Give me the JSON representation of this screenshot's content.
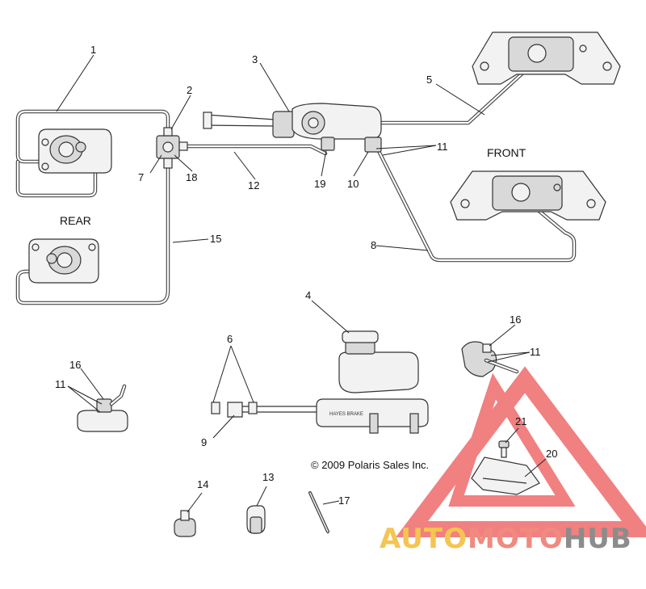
{
  "diagram": {
    "callouts": [
      "1",
      "2",
      "3",
      "4",
      "5",
      "6",
      "7",
      "8",
      "9",
      "10",
      "11",
      "12",
      "13",
      "14",
      "15",
      "16",
      "17",
      "18",
      "19",
      "20",
      "21"
    ],
    "labels": {
      "front": "FRONT",
      "rear": "REAR"
    },
    "copyright": "© 2009 Polaris Sales Inc.",
    "master_cylinder_text": "HAYES BRAKE"
  },
  "watermark": {
    "word_auto": "AUTO",
    "word_moto": "MOTO",
    "word_hub": "HUB",
    "colors": {
      "auto": "#f5c451",
      "moto": "#f08a80",
      "hub": "#8c8c8c",
      "triangle": "#ef6b6b"
    }
  }
}
